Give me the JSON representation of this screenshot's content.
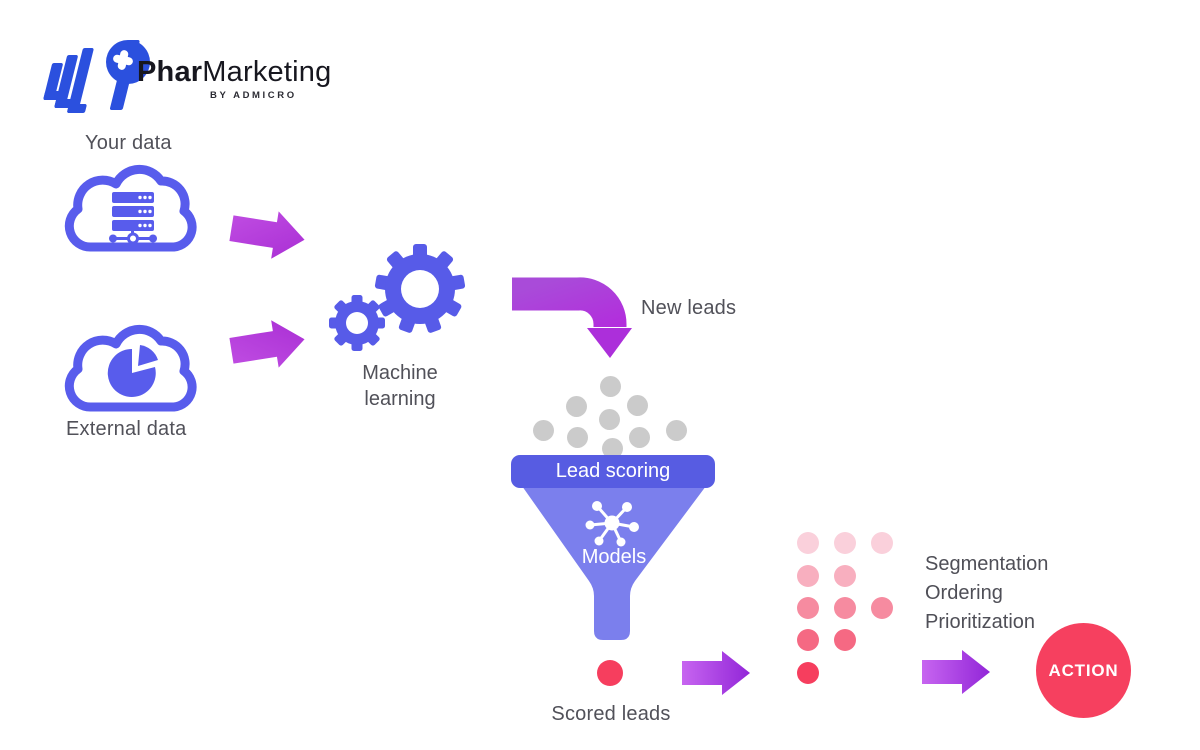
{
  "brand": {
    "icon": "pharmarketing-logo-icon",
    "name_bold": "Phar",
    "name_regular": "Marketing",
    "tagline": "BY ADMICRO"
  },
  "flow": {
    "your_data": {
      "label": "Your data",
      "icon": "cloud-database-icon"
    },
    "external_data": {
      "label": "External data",
      "icon": "cloud-piechart-icon"
    },
    "machine_learning": {
      "lines": [
        "Machine",
        "learning"
      ],
      "icon": "gears-icon"
    },
    "new_leads": {
      "label": "New leads"
    },
    "lead_scoring": {
      "banner": "Lead scoring",
      "model_label": "Models",
      "icon": "molecule-icon"
    },
    "scored_leads": {
      "label": "Scored leads"
    },
    "refinement": {
      "lines": [
        "Segmentation",
        "Ordering",
        "Prioritization"
      ]
    },
    "action": {
      "label": "ACTION"
    }
  },
  "dots": {
    "incoming_count": 9,
    "incoming_color": "#CBCBCB",
    "scored_grid_rows": [
      3,
      2,
      3,
      2,
      1
    ],
    "scored_row_colors": [
      "#FAD0DB",
      "#F8AFBF",
      "#F68BA0",
      "#F56983",
      "#F63E5E"
    ],
    "scored_dot_color": "#F63E5E"
  },
  "colors": {
    "logo_blue": "#2B50DE",
    "primary_blue": "#585CEC",
    "funnel_banner": "#575CE2",
    "funnel_body": "#7B7FED",
    "magenta_arrow": "#B83FD9",
    "purple_arrow_light": "#C765F0",
    "purple_arrow_dark": "#9226D8",
    "action_red": "#F6405F",
    "text_dark": "#515159"
  }
}
